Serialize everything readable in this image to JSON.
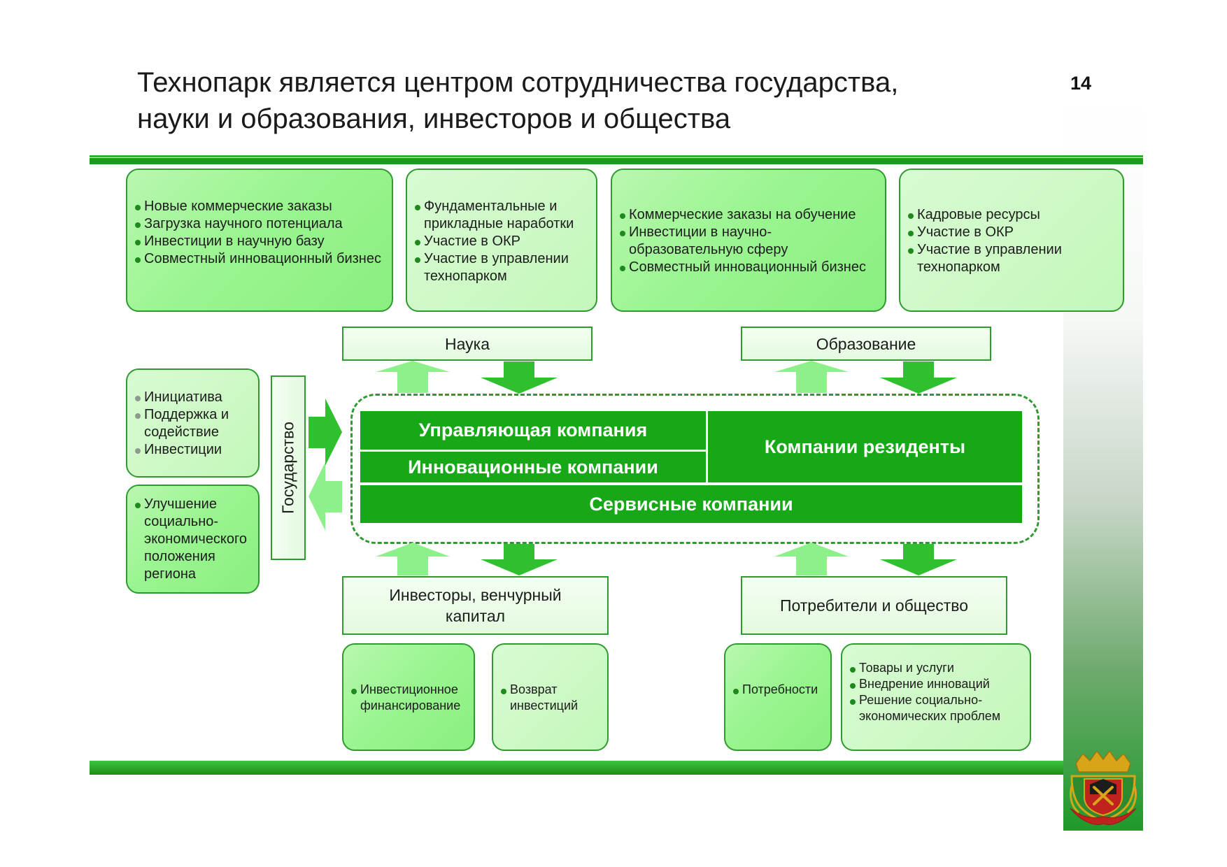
{
  "header": {
    "title_line1": "Технопарк является центром сотрудничества государства,",
    "title_line2": "науки и образования, инвесторов и общества",
    "page_number": "14"
  },
  "top_boxes": [
    {
      "items": [
        "Новые коммерческие заказы",
        "Загрузка научного потенциала",
        "Инвестиции в научную базу",
        "Совместный инновационный бизнес"
      ]
    },
    {
      "items": [
        "Фундаментальные и прикладные наработки",
        "Участие в ОКР",
        "Участие в управлении технопарком"
      ]
    },
    {
      "items": [
        "Коммерческие заказы на обучение",
        "Инвестиции в научно-образовательную сферу",
        "Совместный инновационный бизнес"
      ]
    },
    {
      "items": [
        "Кадровые ресурсы",
        "Участие в ОКР",
        "Участие в управлении технопарком"
      ]
    }
  ],
  "labels": {
    "science": "Наука",
    "education": "Образование",
    "state": "Государство",
    "investors": "Инвесторы, венчурный капитал",
    "consumers": "Потребители и общество"
  },
  "left_boxes": [
    {
      "items": [
        "Инициатива",
        "Поддержка и содействие",
        "Инвестиции"
      ]
    },
    {
      "items": [
        "Улучшение социально-экономического положения региона"
      ]
    }
  ],
  "core": {
    "management": "Управляющая компания",
    "innovation": "Инновационные компании",
    "residents": "Компании резиденты",
    "service": "Сервисные компании"
  },
  "bottom_boxes": [
    {
      "items": [
        "Инвестиционное финансирование"
      ]
    },
    {
      "items": [
        "Возврат инвестиций"
      ]
    },
    {
      "items": [
        "Потребности"
      ]
    },
    {
      "items": [
        "Товары и услуги",
        "Внедрение инноваций",
        "Решение социально-экономических проблем"
      ]
    }
  ],
  "colors": {
    "dark_green": "#16a816",
    "box_green": "#9af590",
    "light_green": "#c4f7bb",
    "arrow_light": "#8ef08a",
    "arrow_dark": "#2fbf2f",
    "border": "#2f9a2f"
  },
  "icons": {
    "coat_of_arms": "kemerovo-region-coat-of-arms"
  }
}
